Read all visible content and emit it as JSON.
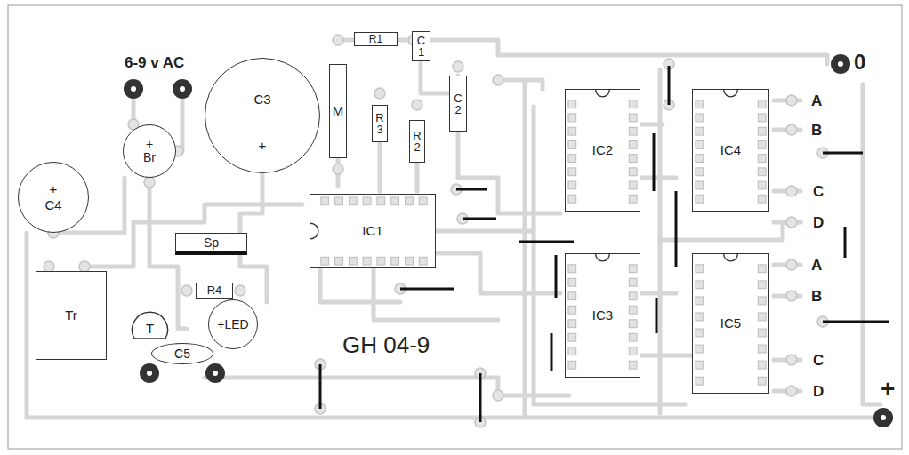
{
  "diagram": {
    "nodes": [
      {
        "text": [
          "R1"
        ]
      },
      {
        "text": [
          "C1"
        ]
      },
      {
        "text": [
          "C3",
          "+"
        ]
      },
      {
        "text": [
          "M"
        ]
      },
      {
        "text": [
          "R3"
        ]
      },
      {
        "text": [
          "C2"
        ]
      },
      {
        "text": [
          "R2"
        ]
      },
      {
        "text": [
          "+",
          "Br"
        ]
      },
      {
        "text": [
          "+",
          "C4"
        ]
      },
      {
        "text": [
          "IC2"
        ]
      },
      {
        "text": [
          "IC4"
        ]
      },
      {
        "text": [
          "IC1"
        ]
      },
      {
        "text": [
          "Sp"
        ]
      },
      {
        "text": [
          "IC3"
        ]
      },
      {
        "text": [
          "IC5"
        ]
      },
      {
        "text": [
          "Tr"
        ]
      },
      {
        "text": [
          "R4"
        ]
      },
      {
        "text": [
          "T"
        ]
      },
      {
        "text": [
          "+LED"
        ]
      },
      {
        "text": [
          "C5"
        ]
      }
    ],
    "labels": [
      "6-9 v AC",
      "0",
      "A",
      "B",
      "C",
      "D",
      "A",
      "B",
      "C",
      "D",
      "GH 04-9",
      "+"
    ]
  }
}
